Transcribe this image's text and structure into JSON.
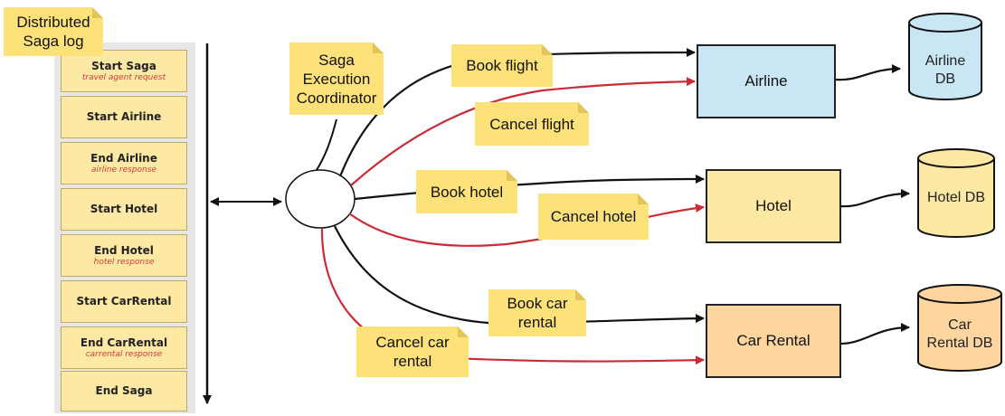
{
  "log_label": "Distributed\nSaga log",
  "log_entries": [
    {
      "title": "Start Saga",
      "sub": "travel agent request"
    },
    {
      "title": "Start Airline",
      "sub": ""
    },
    {
      "title": "End Airline",
      "sub": "airline response"
    },
    {
      "title": "Start Hotel",
      "sub": ""
    },
    {
      "title": "End Hotel",
      "sub": "hotel response"
    },
    {
      "title": "Start CarRental",
      "sub": ""
    },
    {
      "title": "End CarRental",
      "sub": "carrental response"
    },
    {
      "title": "End Saga",
      "sub": ""
    }
  ],
  "coordinator_label": "Saga\nExecution\nCoordinator",
  "actions": {
    "book_flight": "Book flight",
    "cancel_flight": "Cancel flight",
    "book_hotel": "Book hotel",
    "cancel_hotel": "Cancel hotel",
    "book_car": "Book car\nrental",
    "cancel_car": "Cancel car\nrental"
  },
  "services": {
    "airline": "Airline",
    "hotel": "Hotel",
    "car_rental": "Car Rental"
  },
  "databases": {
    "airline_db": "Airline\nDB",
    "hotel_db": "Hotel DB",
    "car_db": "Car\nRental DB"
  },
  "colors": {
    "airline": "#c9e6f5",
    "hotel": "#fde9a3",
    "car_rental": "#fcd59f",
    "note": "#fde27a",
    "forward_arrow": "#111111",
    "compensate_arrow": "#cc2a36"
  }
}
